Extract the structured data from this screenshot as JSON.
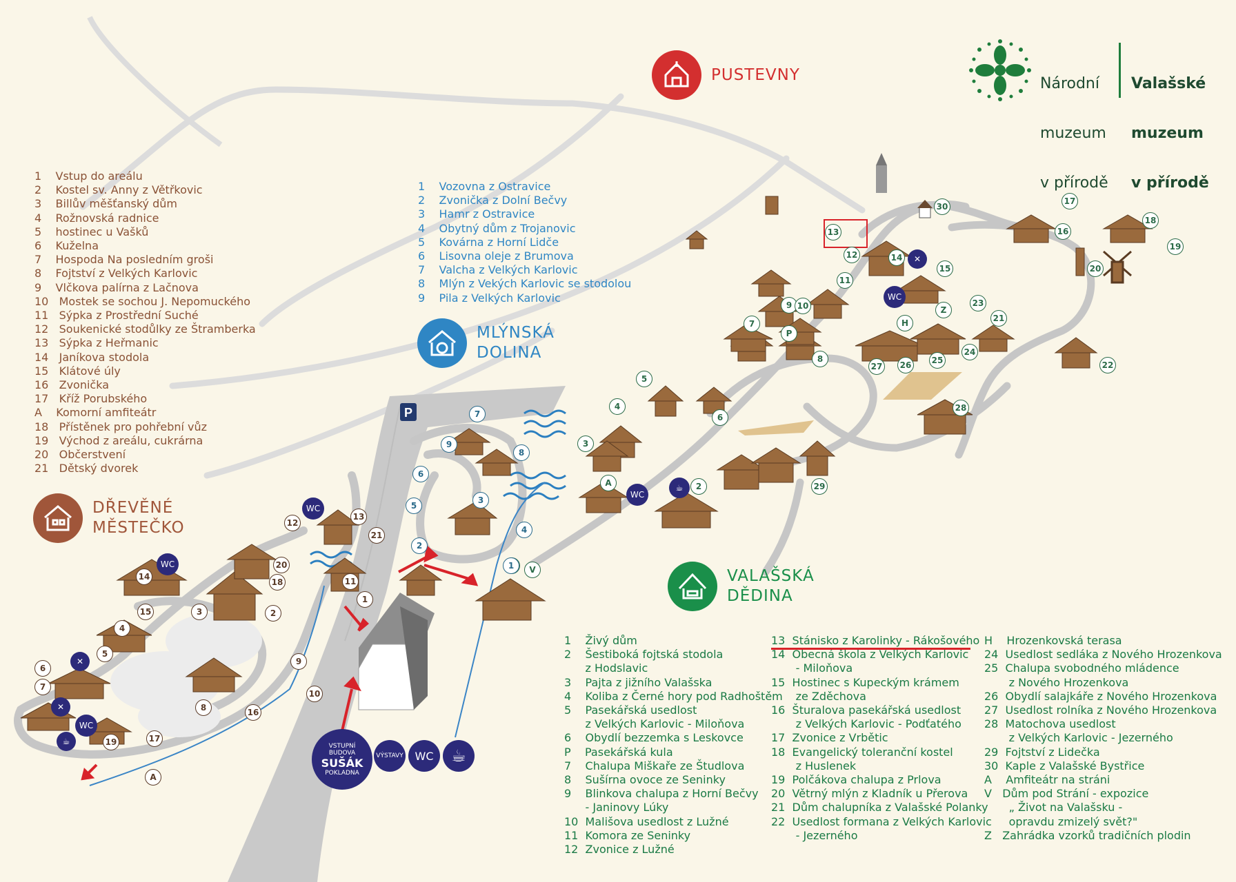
{
  "logo": {
    "left_lines": [
      "Národní",
      "muzeum",
      "v přírodě"
    ],
    "right_lines": [
      "Valašské",
      "muzeum",
      "v přírodě"
    ],
    "icon": "flower-ornament-icon",
    "color": "#1f7d3c"
  },
  "areas": {
    "pustevny": {
      "label": "PUSTEVNY",
      "icon": "chapel-icon",
      "color": "#d32f2f"
    },
    "mlynska": {
      "label": "MLÝNSKÁ\nDOLINA",
      "icon": "water-mill-icon",
      "color": "#2f86c4"
    },
    "mestecko": {
      "label": "DŘEVĚNÉ\nMĚSTEČKO",
      "icon": "town-house-icon",
      "color": "#a0563a"
    },
    "dedina": {
      "label": "VALAŠSKÁ\nDĚDINA",
      "icon": "village-house-icon",
      "color": "#1a8f4a"
    }
  },
  "legend_mestecko": [
    "1    Vstup do areálu",
    "2    Kostel sv. Anny z Větřkovic",
    "3    Billův měšťanský dům",
    "4    Rožnovská radnice",
    "5    hostinec u Vašků",
    "6    Kuželna",
    "7    Hospoda Na posledním groši",
    "8    Fojtství z Velkých Karlovic",
    "9    Vlčkova palírna z Lačnova",
    "10   Mostek se sochou J. Nepomuckého",
    "11   Sýpka z Prostřední Suché",
    "12   Soukenické stodůlky ze Štramberka",
    "13   Sýpka z Heřmanic",
    "14   Janíkova stodola",
    "15   Klátové úly",
    "16   Zvonička",
    "17   Kříž Porubského",
    "A    Komorní amfiteátr",
    "18   Přístěnek pro pohřební vůz",
    "19   Východ z areálu, cukrárna",
    "20   Občerstvení",
    "21   Dětský dvorek"
  ],
  "legend_mlynska": [
    "1    Vozovna z Ostravice",
    "2    Zvonička z Dolní Bečvy",
    "3    Hamr z Ostravice",
    "4    Obytný dům z Trojanovic",
    "5    Kovárna z Horní Lidče",
    "6    Lisovna oleje z Brumova",
    "7    Valcha z Velkých Karlovic",
    "8    Mlýn z Vekých Karlovic se stodolou",
    "9    Pila z Velkých Karlovic"
  ],
  "legend_dedina_1": [
    "1    Živý dům",
    "2    Šestiboká fojtská stodola",
    "      z Hodslavic",
    "3    Pajta z jižního Valašska",
    "4    Koliba z Černé hory pod Radhoštěm",
    "5    Pasekářská usedlost",
    "      z Velkých Karlovic - Miloňova",
    "6    Obydlí bezzemka s Leskovce",
    "P    Pasekářská kula",
    "7    Chalupa Miškaře ze Študlova",
    "8    Sušírna ovoce ze Seninky",
    "9    Blinkova chalupa z Horní Bečvy",
    "      - Janinovy Lúky",
    "10  Mališova usedlost z Lužné",
    "11  Komora ze Seninky",
    "12  Zvonice z Lužné"
  ],
  "legend_dedina_2": [
    "13  Stánisko z Karolinky - Rákošového",
    "14  Obecná škola z Velkých Karlovic",
    "       - Miloňova",
    "15  Hostinec s Kupeckým krámem",
    "       ze Zděchova",
    "16  Šturalova pasekářská usedlost",
    "       z Velkých Karlovic - Podťatého",
    "17  Zvonice z Vrbětic",
    "18  Evangelický toleranční kostel",
    "       z Huslenek",
    "19  Polčákova chalupa z Prlova",
    "20  Větrný mlýn z Kladník u Přerova",
    "21  Dům chalupníka z Valašské Polanky",
    "22  Usedlost formana z Velkých Karlovic",
    "       - Jezerného"
  ],
  "legend_dedina_3": [
    "H    Hrozenkovská terasa",
    "24  Usedlost sedláka z Nového Hrozenkova",
    "25  Chalupa svobodného mládence",
    "       z Nového Hrozenkova",
    "26  Obydlí salajkáře z Nového Hrozenkova",
    "27  Usedlost rolníka z Nového Hrozenkova",
    "28  Matochova usedlost",
    "       z Velkých Karlovic - Jezerného",
    "29  Fojtství z Lidečka",
    "30  Kaple z Valašské Bystřice",
    "A    Amfiteátr na stráni",
    "V   Dům pod Strání - expozice",
    "       „ Život na Valašsku -",
    "       opravdu zmizelý svět?\"",
    "Z   Zahrádka vzorků tradičních plodin"
  ],
  "services": {
    "parking": "P",
    "wc": "WC",
    "exhibitions": "VÝSTAVY",
    "entrance_lines": [
      "VSTUPNÍ",
      "BUDOVA",
      "SUŠÁK",
      "POKLADNA"
    ]
  },
  "map_labels": {
    "dedina_nums": [
      "13",
      "30",
      "17",
      "18",
      "16",
      "19",
      "20",
      "12",
      "14",
      "15",
      "11",
      "23",
      "9",
      "10",
      "21",
      "7",
      "P",
      "Z",
      "H",
      "8",
      "27",
      "26",
      "25",
      "24",
      "22",
      "5",
      "4",
      "6",
      "3",
      "28",
      "A",
      "2",
      "29",
      "1",
      "V"
    ],
    "mlyn_nums": [
      "7",
      "9",
      "8",
      "6",
      "5",
      "3",
      "2",
      "4",
      "1"
    ],
    "mest_nums": [
      "13",
      "12",
      "21",
      "20",
      "18",
      "14",
      "15",
      "3",
      "2",
      "4",
      "5",
      "6",
      "7",
      "8",
      "9",
      "10",
      "11",
      "1",
      "16",
      "17",
      "19",
      "A"
    ]
  },
  "colors": {
    "road": "#c8c8c8",
    "path": "#ffffff",
    "water": "#2b7fc0",
    "wood": "#9a6a3d",
    "highlight": "#d8232a"
  }
}
